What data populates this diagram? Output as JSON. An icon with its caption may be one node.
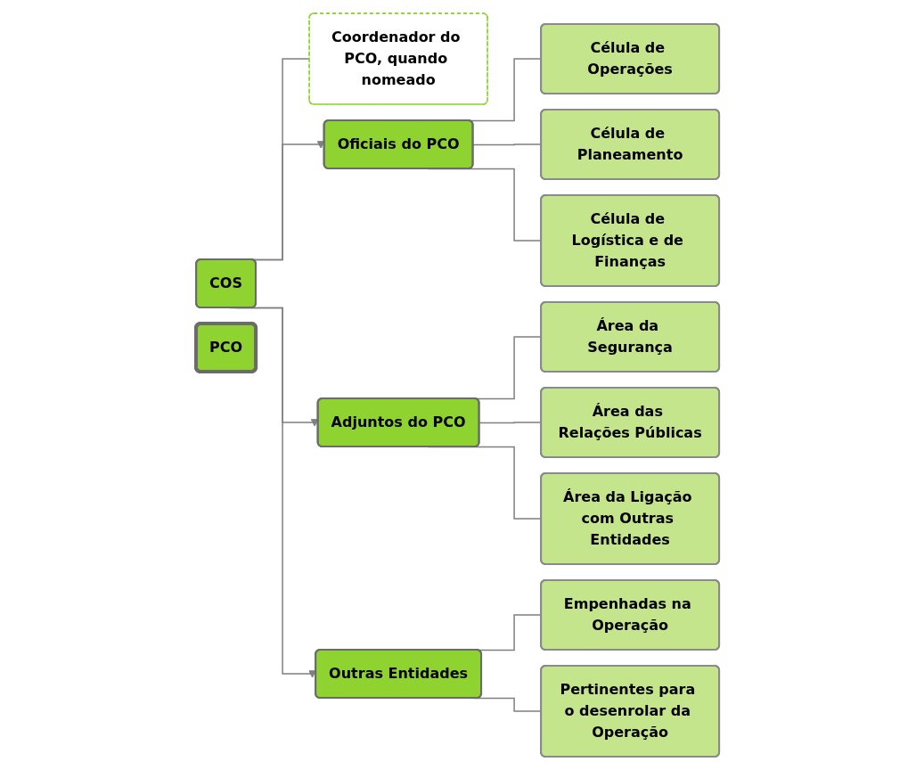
{
  "diagram": {
    "nodes": [
      {
        "text": [
          "PCO"
        ]
      },
      {
        "text": [
          "COS"
        ]
      },
      {
        "text": [
          "Coordenador do PCO, quando nomeado"
        ]
      },
      {
        "text": [
          "Oficiais do PCO"
        ]
      },
      {
        "text": [
          "Adjuntos do PCO"
        ]
      },
      {
        "text": [
          "Outras Entidades"
        ]
      },
      {
        "text": [
          "Célula de Operações"
        ]
      },
      {
        "text": [
          "Célula de Planeamento"
        ]
      },
      {
        "text": [
          "Célula de Logística e de Finanças"
        ]
      },
      {
        "text": [
          "Área da Segurança"
        ]
      },
      {
        "text": [
          "Área das Relações Públicas"
        ]
      },
      {
        "text": [
          "Área da Ligação com Outras Entidades"
        ]
      },
      {
        "text": [
          "Empenhadas na Operação"
        ]
      },
      {
        "text": [
          "Pertinentes para o desenrolar da Operação"
        ]
      }
    ],
    "edges": [
      {
        "from": 1,
        "to": 2,
        "arrow": "none"
      },
      {
        "from": 1,
        "to": 3,
        "arrow": "to"
      },
      {
        "from": 1,
        "to": 4,
        "arrow": "to"
      },
      {
        "from": 1,
        "to": 5,
        "arrow": "to"
      },
      {
        "from": 3,
        "to": 6,
        "arrow": "none"
      },
      {
        "from": 3,
        "to": 7,
        "arrow": "none"
      },
      {
        "from": 3,
        "to": 8,
        "arrow": "none"
      },
      {
        "from": 4,
        "to": 9,
        "arrow": "none"
      },
      {
        "from": 4,
        "to": 10,
        "arrow": "none"
      },
      {
        "from": 4,
        "to": 11,
        "arrow": "none"
      },
      {
        "from": 5,
        "to": 12,
        "arrow": "none"
      },
      {
        "from": 5,
        "to": 13,
        "arrow": "none"
      }
    ]
  }
}
